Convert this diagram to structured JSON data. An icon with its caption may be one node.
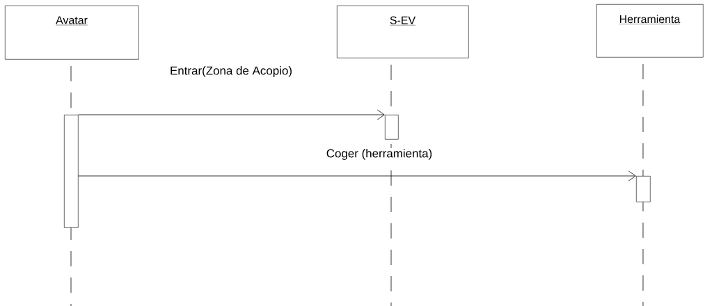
{
  "diagram": {
    "nodes": [
      {
        "text": [
          "Avatar"
        ]
      },
      {
        "text": [
          "S-EV"
        ]
      },
      {
        "text": [
          "Herramienta"
        ]
      },
      {
        "text": [],
        "shape": "bar"
      },
      {
        "text": [],
        "shape": "bar"
      },
      {
        "text": [],
        "shape": "bar"
      }
    ],
    "edges": [
      {
        "from": 3,
        "to": 4,
        "arrow": "to",
        "label": "Entrar(Zona de Acopio)"
      },
      {
        "from": 3,
        "to": 5,
        "arrow": "to",
        "label": "Coger (herramienta)"
      }
    ]
  }
}
